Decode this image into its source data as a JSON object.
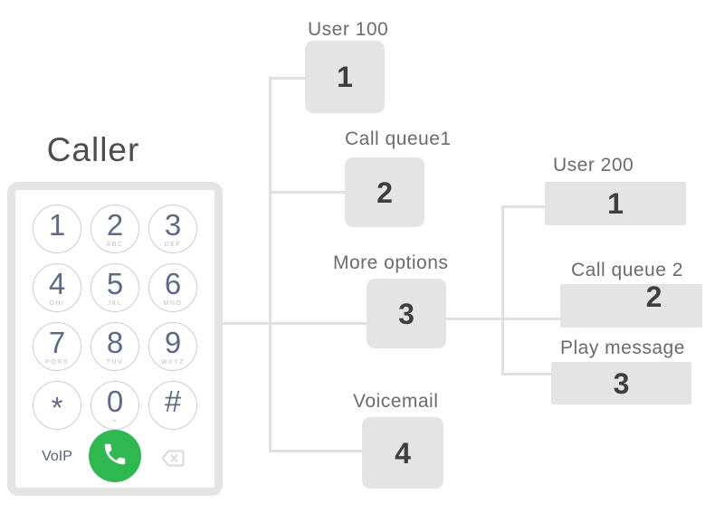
{
  "caller": {
    "title": "Caller"
  },
  "keypad": {
    "keys": [
      {
        "digit": "1",
        "letters": ""
      },
      {
        "digit": "2",
        "letters": "ABC"
      },
      {
        "digit": "3",
        "letters": "DEF"
      },
      {
        "digit": "4",
        "letters": "GHI"
      },
      {
        "digit": "5",
        "letters": "JKL"
      },
      {
        "digit": "6",
        "letters": "MNO"
      },
      {
        "digit": "7",
        "letters": "PQRS"
      },
      {
        "digit": "8",
        "letters": "TUV"
      },
      {
        "digit": "9",
        "letters": "WXYZ"
      },
      {
        "digit": "*",
        "letters": ""
      },
      {
        "digit": "0",
        "letters": "+"
      },
      {
        "digit": "#",
        "letters": ""
      }
    ],
    "voip_label": "VoIP",
    "icons": {
      "call": "phone-call-icon",
      "backspace": "backspace-icon"
    },
    "colors": {
      "call_button_green": "#2fb750",
      "digit_blue": "#5c6a88"
    }
  },
  "ivr": {
    "level1": [
      {
        "key": "1",
        "label": "User 100"
      },
      {
        "key": "2",
        "label": "Call queue1"
      },
      {
        "key": "3",
        "label": "More options"
      },
      {
        "key": "4",
        "label": "Voicemail"
      }
    ],
    "level2": [
      {
        "key": "1",
        "label": "User 200"
      },
      {
        "key": "2",
        "label": "Call queue 2"
      },
      {
        "key": "3",
        "label": "Play message"
      }
    ]
  },
  "colors": {
    "node_fill": "#e4e4e4",
    "connector": "#e0e0e0",
    "label_text": "#6b6b6b",
    "node_key_text": "#3e3e3e"
  }
}
